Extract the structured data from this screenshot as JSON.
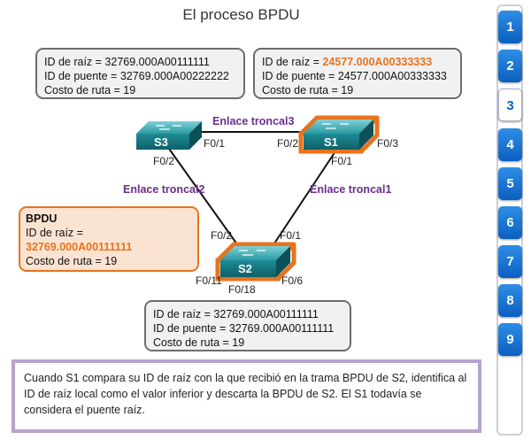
{
  "title": "El proceso BPDU",
  "box_s3": {
    "line1": "ID de raíz = 32769.000A00111111",
    "line2": "ID de puente = 32769.000A00222222",
    "line3": "Costo de ruta = 19"
  },
  "box_s1": {
    "line1_prefix": "ID de raíz = ",
    "line1_value": "24577.000A00333333",
    "line2": "ID de puente = 24577.000A00333333",
    "line3": "Costo de ruta = 19"
  },
  "box_s2": {
    "line1": "ID de raíz = 32769.000A00111111",
    "line2": "ID de puente = 32769.000A00111111",
    "line3": "Costo de ruta = 19"
  },
  "bpdu": {
    "heading": "BPDU",
    "line1": "ID de raíz =",
    "value": "32769.000A00111111",
    "line3": "Costo de ruta = 19"
  },
  "switches": {
    "s3": "S3",
    "s1": "S1",
    "s2": "S2"
  },
  "links": {
    "trunk3": "Enlace troncal3",
    "trunk2": "Enlace troncal2",
    "trunk1": "Enlace troncal1"
  },
  "ports": {
    "s3_f01": "F0/1",
    "s3_f02": "F0/2",
    "s1_f02": "F0/2",
    "s1_f03": "F0/3",
    "s1_f01": "F0/1",
    "s2_f02": "F0/2",
    "s2_f01": "F0/1",
    "s2_f011": "F0/11",
    "s2_f018": "F0/18",
    "s2_f06": "F0/6"
  },
  "caption": "Cuando S1 compara su ID de raíz con la que recibió en la trama BPDU de S2, identifica al ID de raíz local como el valor inferior y descarta la BPDU de S2. El S1 todavía se considera el puente raíz.",
  "nav": {
    "items": [
      "1",
      "2",
      "3",
      "4",
      "5",
      "6",
      "7",
      "8",
      "9"
    ],
    "active": "3"
  },
  "colors": {
    "accent": "#e8731d",
    "link": "#6b2d8e",
    "switch": "#17848f",
    "nav": "#0b5fbf"
  }
}
